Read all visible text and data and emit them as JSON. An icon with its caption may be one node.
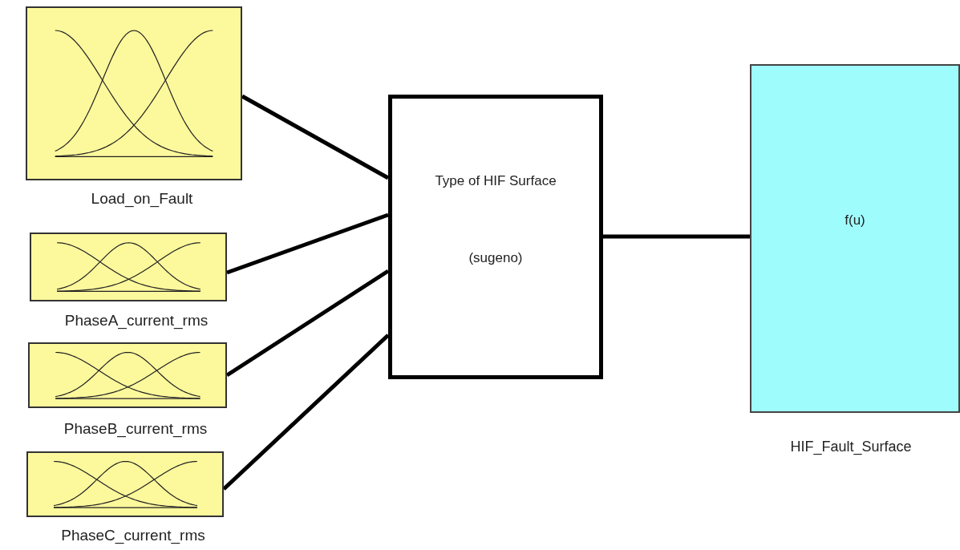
{
  "diagram": {
    "nodes": [
      {
        "text": [
          "Load_on_Fault"
        ]
      },
      {
        "text": [
          "PhaseA_current_rms"
        ]
      },
      {
        "text": [
          "PhaseB_current_rms"
        ]
      },
      {
        "text": [
          "PhaseC_current_rms"
        ]
      },
      {
        "text": [
          "Type of HIF Surface",
          "(sugeno)"
        ]
      },
      {
        "text": [
          "f(u)",
          "HIF_Fault_Surface"
        ]
      }
    ],
    "edges": [
      {
        "from": 0,
        "to": 4,
        "arrow": "none"
      },
      {
        "from": 1,
        "to": 4,
        "arrow": "none"
      },
      {
        "from": 2,
        "to": 4,
        "arrow": "none"
      },
      {
        "from": 3,
        "to": 4,
        "arrow": "none"
      },
      {
        "from": 4,
        "to": 5,
        "arrow": "none"
      }
    ]
  }
}
